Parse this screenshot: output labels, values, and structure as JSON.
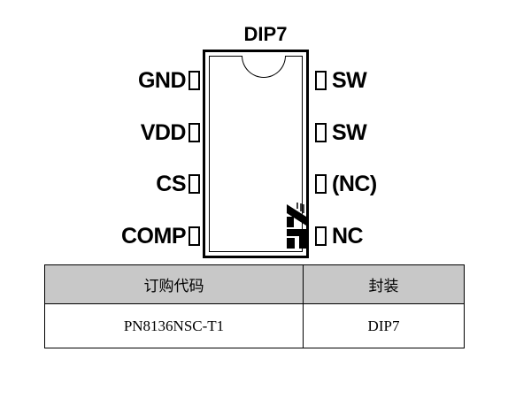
{
  "package": {
    "title": "DIP7"
  },
  "pins": {
    "left": [
      {
        "label": "GND"
      },
      {
        "label": "VDD"
      },
      {
        "label": "CS"
      },
      {
        "label": "COMP"
      }
    ],
    "right": [
      {
        "label": "SW"
      },
      {
        "label": "SW"
      },
      {
        "label": "(NC)"
      },
      {
        "label": "NC"
      }
    ]
  },
  "order_table": {
    "headers": [
      "订购代码",
      "封装"
    ],
    "rows": [
      [
        "PN8136NSC-T1",
        "DIP7"
      ]
    ]
  },
  "logo": {
    "icon": "chiphomer-logo-icon"
  }
}
